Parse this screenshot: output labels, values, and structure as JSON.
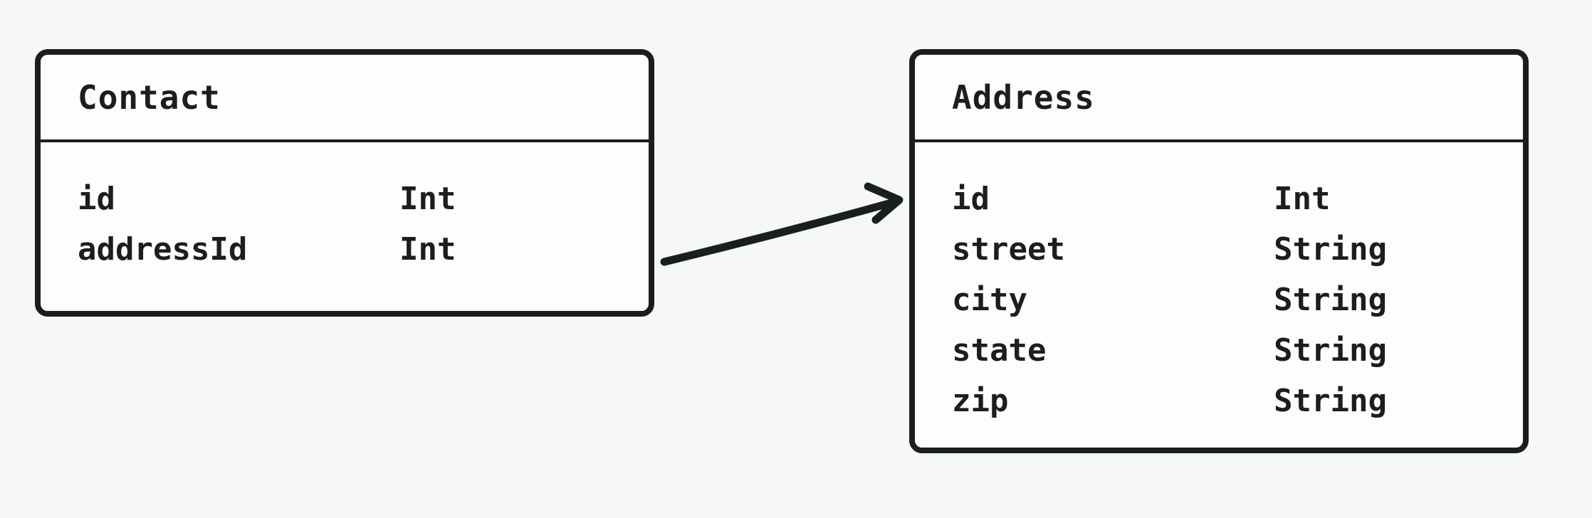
{
  "diagram": {
    "entities": [
      {
        "name": "Contact",
        "fields": [
          {
            "name": "id",
            "type": "Int"
          },
          {
            "name": "addressId",
            "type": "Int"
          }
        ]
      },
      {
        "name": "Address",
        "fields": [
          {
            "name": "id",
            "type": "Int"
          },
          {
            "name": "street",
            "type": "String"
          },
          {
            "name": "city",
            "type": "String"
          },
          {
            "name": "state",
            "type": "String"
          },
          {
            "name": "zip",
            "type": "String"
          }
        ]
      }
    ],
    "relation": {
      "from": "Contact",
      "to": "Address",
      "arrow_icon": "arrow-right"
    },
    "colors": {
      "background": "#f6f7f8",
      "card_fill": "#fdfdfd",
      "stroke": "#1b1e1f"
    }
  }
}
